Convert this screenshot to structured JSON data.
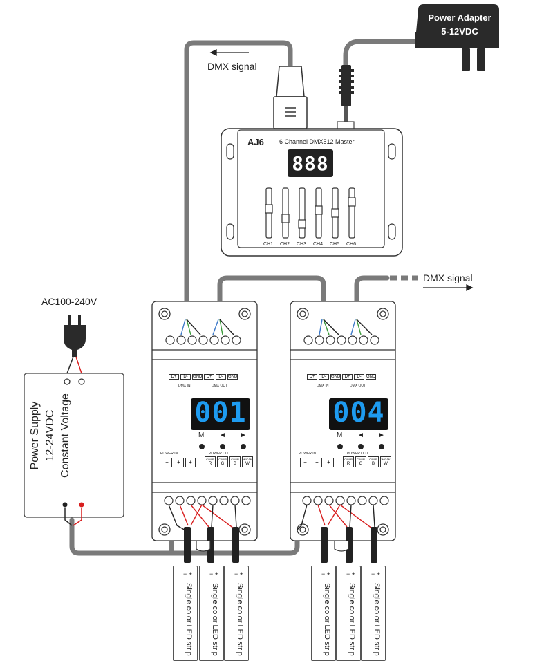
{
  "power_adapter": {
    "line1": "Power Adapter",
    "line2": "5-12VDC"
  },
  "dmx_signal_top": "DMX signal",
  "dmx_signal_right": "DMX signal",
  "master": {
    "model": "AJ6",
    "title": "6 Channel DMX512 Master",
    "display": "888",
    "channels": [
      "CH1",
      "CH2",
      "CH3",
      "CH4",
      "CH5",
      "CH6"
    ]
  },
  "ac_label": "AC100-240V",
  "power_supply": {
    "line1": "Power Supply",
    "line2": "12-24VDC",
    "line3": "Constant Voltage"
  },
  "decoders": [
    {
      "display": "001",
      "dmx_in_label": "DMX IN",
      "dmx_out_label": "DMX OUT",
      "dmx_terminals": [
        "D+",
        "D-",
        "GND",
        "D+",
        "D-",
        "GND"
      ],
      "buttons": [
        "M",
        "◄",
        "►"
      ],
      "power_in_label": "POWER IN",
      "power_out_label": "POWER OUT",
      "power_in_terminals": [
        "−",
        "+",
        "+"
      ],
      "power_out_top": [
        "C/W/R",
        "C/W/R",
        "C/W/R",
        "W/C/W"
      ],
      "power_out_bottom": [
        "R",
        "G",
        "B",
        "W"
      ]
    },
    {
      "display": "004",
      "dmx_in_label": "DMX IN",
      "dmx_out_label": "DMX OUT",
      "dmx_terminals": [
        "D+",
        "D-",
        "GND",
        "D+",
        "D-",
        "GND"
      ],
      "buttons": [
        "M",
        "◄",
        "►"
      ],
      "power_in_label": "POWER IN",
      "power_out_label": "POWER OUT",
      "power_in_terminals": [
        "−",
        "+",
        "+"
      ],
      "power_out_top": [
        "C/W/R",
        "C/W/R",
        "C/W/R",
        "W/C/W"
      ],
      "power_out_bottom": [
        "R",
        "G",
        "B",
        "W"
      ]
    }
  ],
  "led_strips": [
    {
      "label": "Single color LED strip",
      "polarity": "− +"
    },
    {
      "label": "Single color LED strip",
      "polarity": "− +"
    },
    {
      "label": "Single color LED strip",
      "polarity": "− +"
    },
    {
      "label": "Single color LED strip",
      "polarity": "− +"
    },
    {
      "label": "Single color LED strip",
      "polarity": "− +"
    },
    {
      "label": "Single color LED strip",
      "polarity": "− +"
    }
  ],
  "colors": {
    "display": "#1e9bf0",
    "cable": "#7a7a7a",
    "wire_red": "#d81e1e",
    "wire_green": "#3a9a3a",
    "wire_blue": "#3a78c8"
  }
}
